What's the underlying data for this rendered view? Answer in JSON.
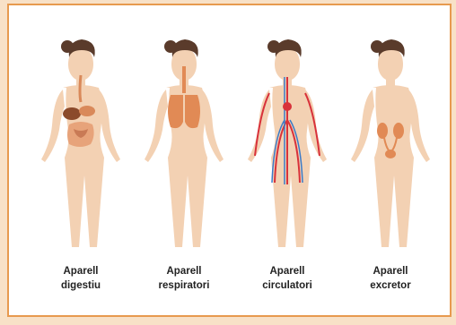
{
  "colors": {
    "background": "#f8e1c7",
    "border": "#e79a4f",
    "skin": "#f3d1b3",
    "hair": "#5a3b2b",
    "artery": "#d8313a",
    "vein": "#3a7ac8",
    "organ": "#e18a55"
  },
  "figures": [
    {
      "line1": "Aparell",
      "line2": "digestiu",
      "icon": "digestive-system-icon"
    },
    {
      "line1": "Aparell",
      "line2": "respiratori",
      "icon": "respiratory-system-icon"
    },
    {
      "line1": "Aparell",
      "line2": "circulatori",
      "icon": "circulatory-system-icon"
    },
    {
      "line1": "Aparell",
      "line2": "excretor",
      "icon": "excretory-system-icon"
    }
  ]
}
